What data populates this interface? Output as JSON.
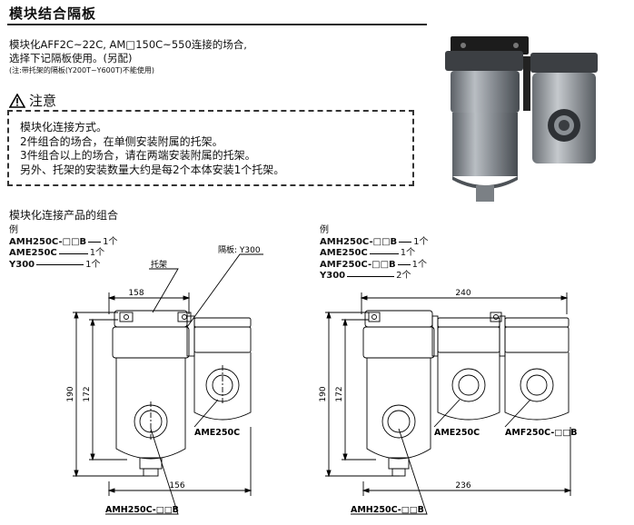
{
  "header": {
    "title": "模块结合隔板"
  },
  "intro": {
    "line1": "模块化AFF2C~22C, AM□150C~550连接的场合,",
    "line2": "选择下记隔板使用。(另配)",
    "note": "(注:带托架的隔板(Y200T~Y600T)不能使用)"
  },
  "caution": {
    "heading": "注意",
    "lines": [
      "模块化连接方式。",
      "2件组合的场合，在单侧安装附属的托架。",
      "3件组合以上的场合，请在两端安装附属的托架。",
      "另外、托架的安装数量大约是每2个本体安装1个托架。"
    ]
  },
  "combo_title": "模块化连接产品的组合",
  "left_combo": {
    "parts": [
      {
        "code": "AMH250C-□□B",
        "qty": "1个"
      },
      {
        "code": "AME250C",
        "qty": "1个"
      },
      {
        "code": "Y300",
        "qty": "1个"
      }
    ],
    "labels": {
      "bracket": "托架",
      "spacer": "隔板: Y300",
      "unit_right": "AME250C",
      "unit_left": "AMH250C-□□B"
    },
    "dims": {
      "top_width": "158",
      "bottom_width": "156",
      "height_outer": "190",
      "height_inner": "172"
    }
  },
  "right_combo": {
    "example": "例",
    "parts": [
      {
        "code": "AMH250C-□□B",
        "qty": "1个"
      },
      {
        "code": "AME250C",
        "qty": "1个"
      },
      {
        "code": "AMF250C-□□B",
        "qty": "1个"
      },
      {
        "code": "Y300",
        "qty": "2个"
      }
    ],
    "labels": {
      "unit_middle": "AME250C",
      "unit_right": "AMF250C-□□B",
      "unit_left": "AMH250C-□□B"
    },
    "dims": {
      "top_width": "240",
      "bottom_width": "236",
      "height_outer": "190",
      "height_inner": "172"
    }
  },
  "left_example": "例"
}
